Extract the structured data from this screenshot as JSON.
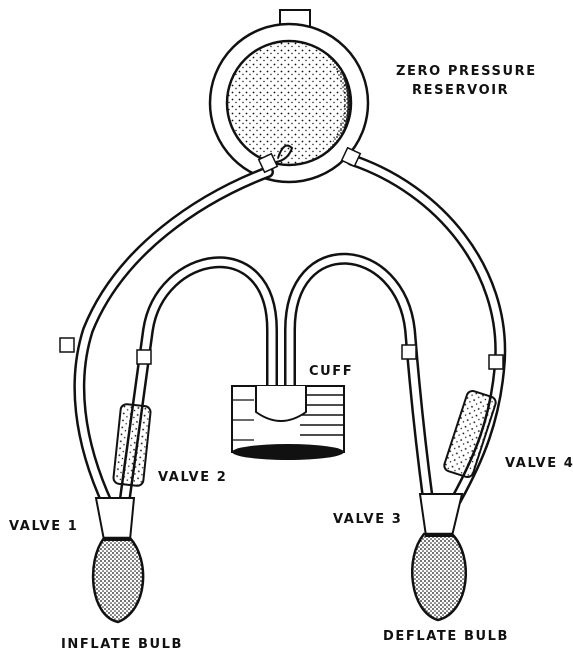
{
  "labels": {
    "reservoir_line1": "ZERO PRESSURE",
    "reservoir_line2": "RESERVOIR",
    "cuff": "CUFF",
    "valve1": "VALVE 1",
    "valve2": "VALVE 2",
    "valve3": "VALVE 3",
    "valve4": "VALVE 4",
    "inflate_bulb": "INFLATE BULB",
    "deflate_bulb": "DEFLATE BULB"
  },
  "colors": {
    "ink": "#111111",
    "paper": "#ffffff"
  }
}
